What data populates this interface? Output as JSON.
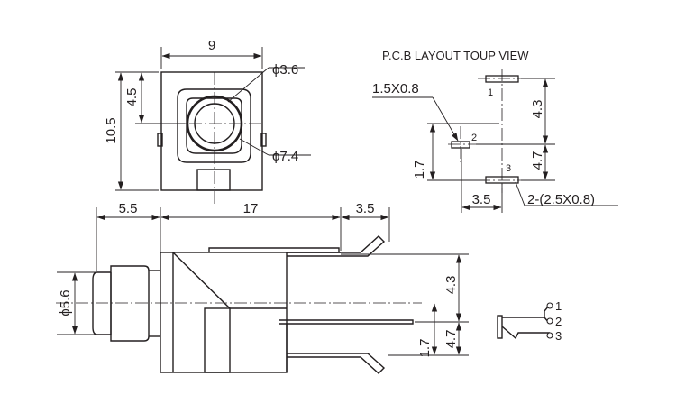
{
  "top_view": {
    "width": "9",
    "height_total": "10.5",
    "height_center": "4.5",
    "hole_diameter": "ϕ3.6",
    "outer_diameter": "ϕ7.4"
  },
  "pcb_layout": {
    "title": "P.C.B LAYOUT  TOUP VIEW",
    "pad_2_size": "1.5X0.8",
    "pads_1_3_size": "2-(2.5X0.8)",
    "pin_1": "1",
    "pin_2": "2",
    "pin_3": "3",
    "dim_1_2": "4.3",
    "dim_2_3": "4.7",
    "dim_2_offset": "1.7",
    "dim_horizontal": "3.5"
  },
  "side_view": {
    "front_length": "5.5",
    "body_length": "17",
    "pin_length": "3.5",
    "barrel_diameter": "ϕ5.6",
    "pin_spacing_1": "4.3",
    "pin_spacing_2": "4.7",
    "pin_offset": "1.7"
  },
  "schematic": {
    "pin_1": "1",
    "pin_2": "2",
    "pin_3": "3"
  }
}
